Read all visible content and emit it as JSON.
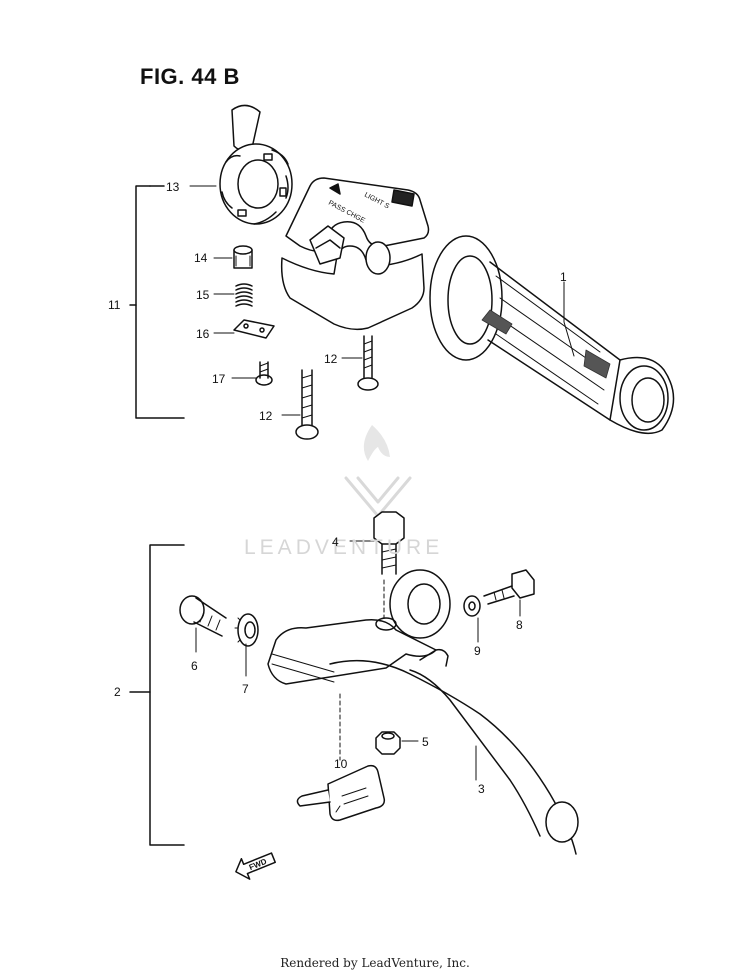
{
  "figure": {
    "title": "FIG. 44 B"
  },
  "watermark": {
    "text": "LEADVENTURE",
    "logo": "leadventure-flame-v-logo"
  },
  "callouts": [
    "1",
    "2",
    "3",
    "4",
    "5",
    "6",
    "7",
    "8",
    "9",
    "10",
    "11",
    "12",
    "12",
    "13",
    "14",
    "15",
    "16",
    "17"
  ],
  "direction_tag": "FWD",
  "switch_labels": {
    "light": "LIGHT S",
    "pass": "PASS CHGE"
  },
  "footer": {
    "text": "Rendered by LeadVenture, Inc."
  }
}
